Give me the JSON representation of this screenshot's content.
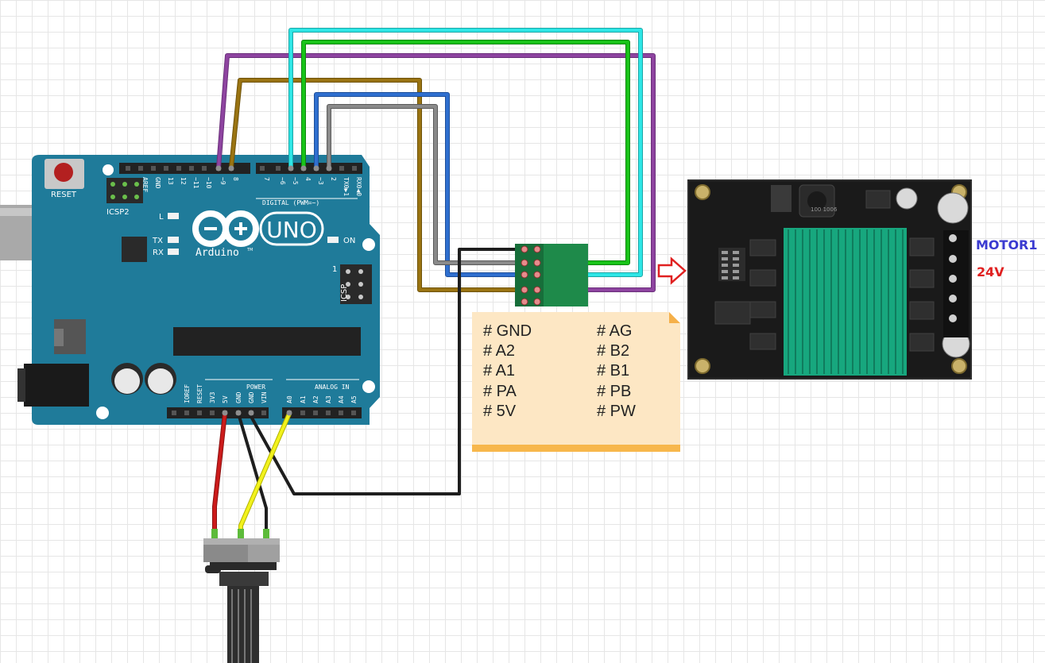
{
  "arduino": {
    "reset_label": "RESET",
    "icsp2_label": "ICSP2",
    "icsp_label": "ICSP",
    "icsp_pin1": "1",
    "digital_label": "DIGITAL (PWM=~)",
    "digital_pins": [
      "AREF",
      "GND",
      "13",
      "12",
      "~11",
      "~10",
      "~9",
      "8",
      "7",
      "~6",
      "~5",
      "4",
      "~3",
      "2",
      "TX0▶1",
      "RX0◀0"
    ],
    "power_label": "POWER",
    "analog_label": "ANALOG IN",
    "power_pins": [
      "IOREF",
      "RESET",
      "3V3",
      "5V",
      "GND",
      "GND",
      "VIN"
    ],
    "analog_pins": [
      "A0",
      "A1",
      "A2",
      "A3",
      "A4",
      "A5"
    ],
    "led_l": "L",
    "led_tx": "TX",
    "led_rx": "RX",
    "on_label": "ON",
    "uno_label": "UNO",
    "brand": "Arduino",
    "trademark": "TM"
  },
  "driver_board": {
    "inductor_text": "100 1006"
  },
  "note": {
    "left_column": [
      "# GND",
      "# A2",
      "# A1",
      "# PA",
      "# 5V"
    ],
    "right_column": [
      "# AG",
      "# B2",
      "# B1",
      "# PB",
      "# PW"
    ]
  },
  "labels": {
    "motor": "MOTOR1",
    "voltage": "24V"
  },
  "colors": {
    "board_blue": "#1f7b9a",
    "motor_label": "#3a3ad0",
    "voltage_label": "#e02020",
    "arrow": "#e02020",
    "heatsink": "#19a37c",
    "note_bg": "#fde7c4",
    "wire_purple": "#8e44a0",
    "wire_olive": "#9a7412",
    "wire_cyan": "#2ee6e6",
    "wire_green": "#19c419",
    "wire_blue": "#2f6fcf",
    "wire_gray": "#8a8a8a",
    "wire_black": "#1e1e1e",
    "wire_red": "#cc1b1b",
    "wire_yellow": "#f2f21c"
  }
}
